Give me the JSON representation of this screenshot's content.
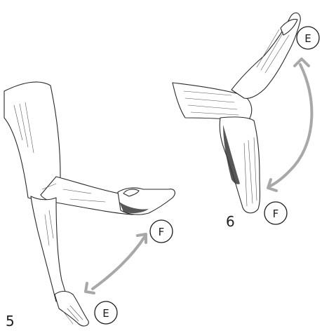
{
  "figures": [
    {
      "number": "5",
      "motion_labels": {
        "start": "E",
        "end": "F"
      }
    },
    {
      "number": "6",
      "motion_labels": {
        "start": "E",
        "end": "F"
      }
    }
  ],
  "colors": {
    "arrow": "#a8a8a8",
    "outline": "#2a2a2a",
    "background": "#ffffff"
  }
}
